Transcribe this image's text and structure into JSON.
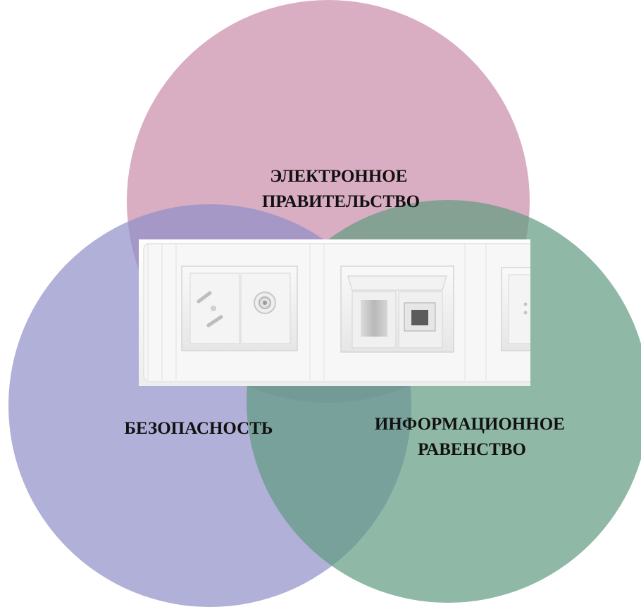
{
  "diagram": {
    "type": "venn",
    "circles": [
      {
        "id": "top",
        "label_lines": [
          "ЭЛЕКТРОННОЕ",
          "ПРАВИТЕЛЬСТВО"
        ],
        "color": "#c98aa8"
      },
      {
        "id": "left",
        "label_lines": [
          "БЕЗОПАСНОСТЬ"
        ],
        "color": "#8f8ec8"
      },
      {
        "id": "right",
        "label_lines": [
          "ИНФОРМАЦИОННОЕ",
          "РАВЕНСТВО"
        ],
        "color": "#5f9b80"
      }
    ],
    "center_image": {
      "icon": "wall-socket-panel-photo",
      "sockets": [
        "power-socket-icon",
        "tv-antenna-socket-icon",
        "network-socket-icon"
      ]
    }
  }
}
